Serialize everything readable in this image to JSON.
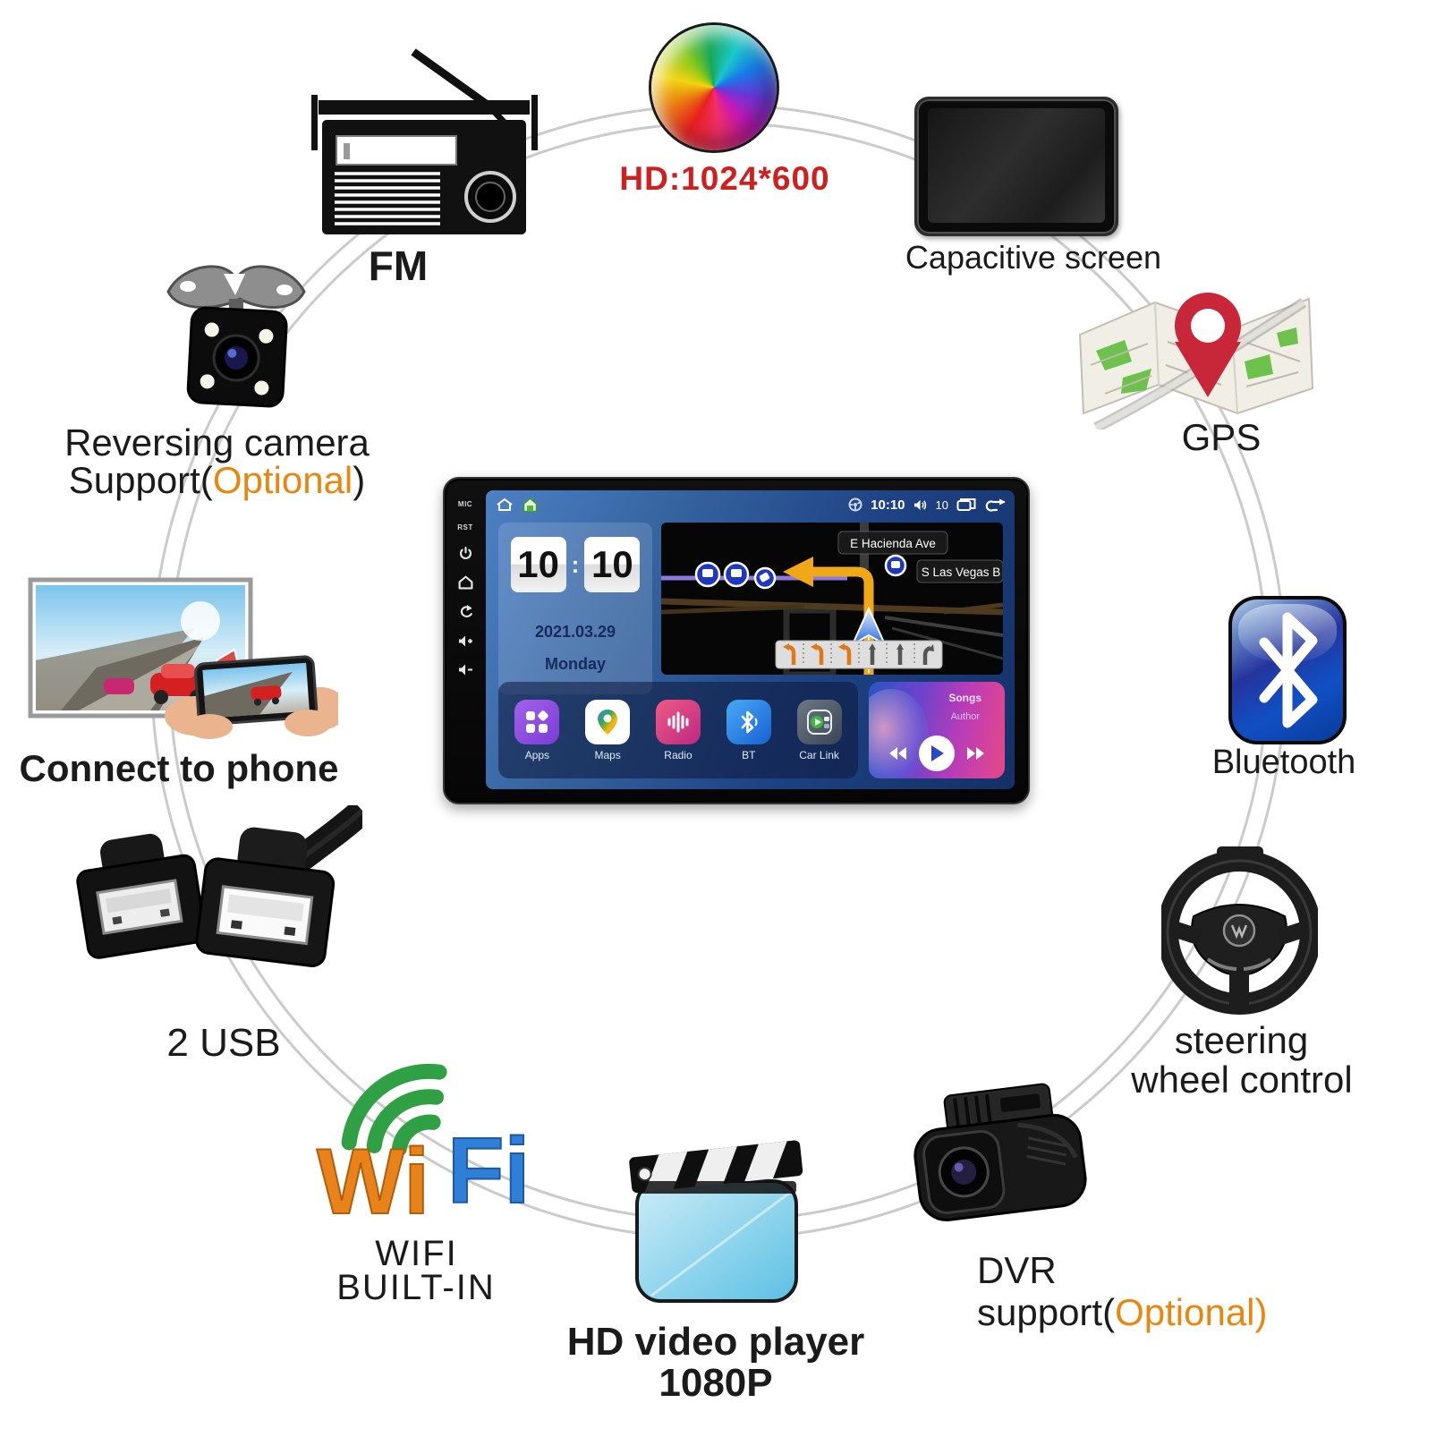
{
  "features": {
    "fm": {
      "label": "FM"
    },
    "display": {
      "label": "HD:1024*600"
    },
    "capacitive": {
      "label": "Capacitive screen"
    },
    "gps": {
      "label": "GPS"
    },
    "bluetooth": {
      "label": "Bluetooth"
    },
    "steering": {
      "line1": "steering",
      "line2": "wheel control"
    },
    "dvr": {
      "line1": "DVR",
      "line2_prefix": "support(",
      "line2_highlight": "Optional",
      "line2_suffix": ")"
    },
    "video": {
      "line1": "HD video player",
      "line2": "1080P"
    },
    "wifi": {
      "logo_wi": "Wi",
      "logo_fi": "Fi",
      "line1": "WIFI",
      "line2": "BUILT-IN"
    },
    "usb": {
      "label": "2 USB"
    },
    "phone": {
      "label": "Connect to phone"
    },
    "camera": {
      "line1": "Reversing camera",
      "line2_prefix": "Support(",
      "line2_highlight": "Optional",
      "line2_suffix": ")"
    }
  },
  "headunit": {
    "bezel": {
      "mic": "MIC",
      "rst": "RST"
    },
    "status": {
      "time": "10:10",
      "volume": "10"
    },
    "clock": {
      "hour": "10",
      "separator": ":",
      "minute": "10",
      "date": "2021.03.29",
      "day": "Monday"
    },
    "map": {
      "street1": "E Hacienda Ave",
      "street2": "S Las Vegas B"
    },
    "dock": {
      "apps": [
        {
          "label": "Apps"
        },
        {
          "label": "Maps"
        },
        {
          "label": "Radio"
        },
        {
          "label": "BT"
        },
        {
          "label": "Car Link"
        }
      ]
    },
    "music": {
      "title": "Songs",
      "artist": "Author"
    }
  },
  "colors": {
    "optional_orange": "#e8860d",
    "hd_red": "#cf2020",
    "ring_gray": "#cbcbcb",
    "wifi_green": "#2fa043",
    "wifi_orange": "#e8821a",
    "wifi_blue": "#2f7fd6",
    "bluetooth_blue": "#1b3aa6",
    "route_yellow": "#f0a818"
  }
}
